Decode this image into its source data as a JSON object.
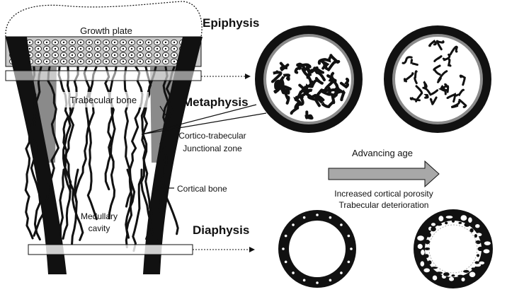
{
  "labels": {
    "growth_plate": "Growth plate",
    "epiphysis": "Epiphysis",
    "trabecular_bone": "Trabecular bone",
    "metaphysis": "Metaphysis",
    "junctional_zone_line1": "Cortico-trabecular",
    "junctional_zone_line2": "Junctional zone",
    "cortical_bone": "Cortical bone",
    "medullary_line1": "Medullary",
    "medullary_line2": "cavity",
    "diaphysis": "Diaphysis",
    "advancing_age": "Advancing age",
    "effect_line1": "Increased cortical porosity",
    "effect_line2": "Trabecular deterioration"
  },
  "colors": {
    "bone": "#111111",
    "shaded": "#8a8a8a",
    "growth_plate_fill": "#c8c8c8",
    "arrow_fill": "#a8a8a8",
    "background": "#ffffff"
  }
}
